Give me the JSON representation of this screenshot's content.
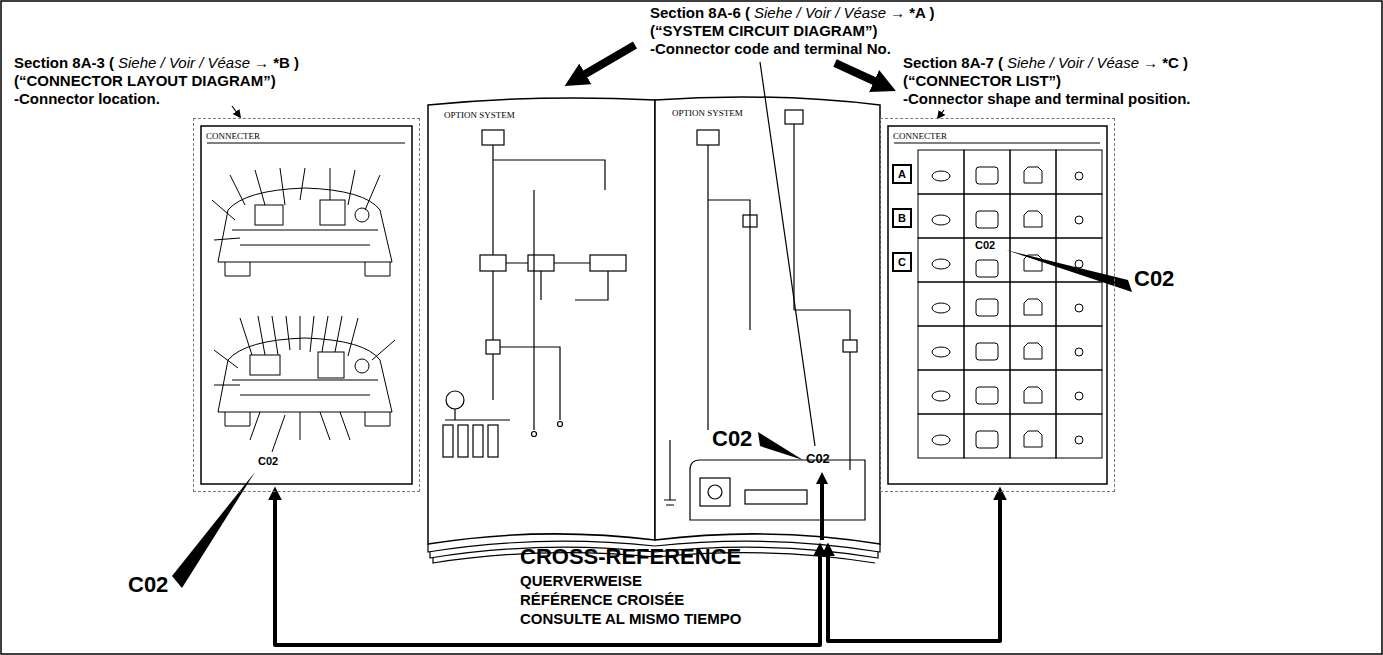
{
  "diagram": {
    "nodes": [
      {
        "text": [
          "CONNECTER"
        ]
      },
      {
        "text": [
          "OPTION SYSTEM",
          "OPTION SYSTEM"
        ]
      },
      {
        "text": [
          "CONNECTER"
        ]
      },
      {
        "text": [
          "A"
        ],
        "in": 2
      },
      {
        "text": [
          "B"
        ],
        "in": 2
      },
      {
        "text": [
          "C"
        ],
        "in": 2
      }
    ],
    "edges": [
      {
        "from": 0,
        "to": 1,
        "arrow": "both"
      },
      {
        "from": 1,
        "to": 2,
        "arrow": "both"
      }
    ],
    "labels": [
      "Section 8A-6 (",
      "Siehe / Voir / Véase",
      "→ *A )",
      "(“SYSTEM CIRCUIT DIAGRAM”)",
      "-Connector code and terminal No.",
      "Section 8A-3 (",
      "Siehe / Voir / Véase",
      "→ *B )",
      "(“CONNECTOR LAYOUT DIAGRAM”)",
      "-Connector location.",
      "Section 8A-7 (",
      "Siehe / Voir / Véase",
      "→ *C )",
      "(“CONNECTOR LIST”)",
      "-Connector shape and terminal position.",
      "C02",
      "C02",
      "C02",
      "C02",
      "C02",
      "C02",
      "CROSS-REFERENCE",
      "QUERVERWEISE",
      "RÉFÉRENCE CROISÉE",
      "CONSULTE AL MISMO TIEMPO"
    ]
  }
}
